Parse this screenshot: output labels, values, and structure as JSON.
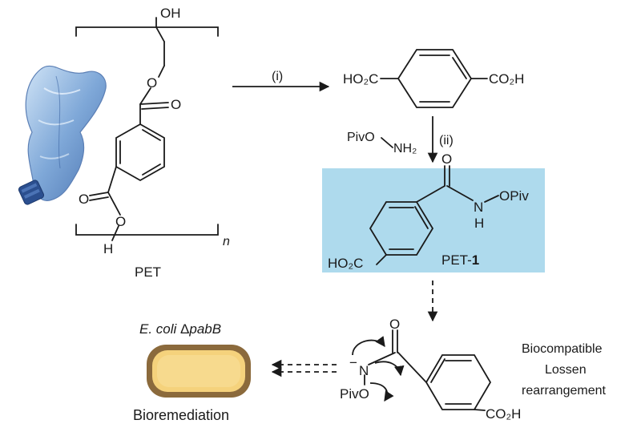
{
  "pet": {
    "oh": "OH",
    "o_ester_top": "O",
    "o_carbonyl_top": "O",
    "o_carbonyl_bottom": "O",
    "o_ester_bottom": "O",
    "h": "H",
    "n": "n",
    "name": "PET"
  },
  "step_i": {
    "label": "(i)"
  },
  "terephthalic": {
    "left_group": "HO₂C",
    "right_group": "CO₂H"
  },
  "step_ii": {
    "label": "(ii)",
    "reagent_left": "PivO",
    "reagent_right": "NH₂"
  },
  "pet1": {
    "o_top": "O",
    "n": "N",
    "h": "H",
    "opiv": "OPiv",
    "left_group": "HO₂C",
    "label_prefix": "PET-",
    "label_num": "1",
    "box_color": "#aedaed"
  },
  "lossen": {
    "o_top": "O",
    "n": "N",
    "minus": "−",
    "pivo": "PivO",
    "right_group": "CO₂H",
    "caption_line1": "Biocompatible",
    "caption_line2": "Lossen",
    "caption_line3": "rearrangement"
  },
  "ecoli": {
    "title_italic": "E. coli",
    "delta": "Δ",
    "gene": "pabB",
    "caption": "Bioremediation",
    "cell_outer": "#8b6a3c",
    "cell_inner": "#f5d27c"
  }
}
